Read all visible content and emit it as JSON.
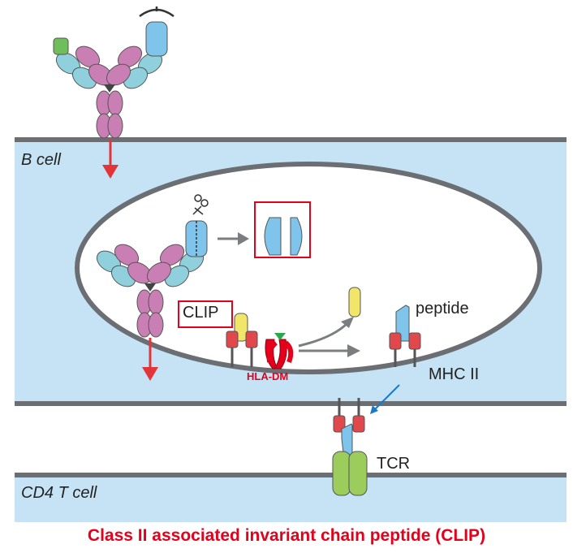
{
  "labels": {
    "b_cell": "B cell",
    "cd4_t_cell": "CD4 T cell",
    "clip": "CLIP",
    "peptide": "peptide",
    "hla_dm": "HLA-DM",
    "mhc_ii": "MHC II",
    "tcr": "TCR"
  },
  "caption": "Class II associated invariant chain peptide (CLIP)",
  "colors": {
    "membrane_fill": "#c5e3f5",
    "membrane_line": "#6b6e72",
    "highlight": "#e5001b",
    "antibody_heavy": "#c97fb4",
    "antibody_light": "#8fd0dc",
    "antigen": "#7fc4ea",
    "antigen_green": "#6fbe5c",
    "clip_yellow": "#f2e66a",
    "mhc_red": "#e0484b",
    "tcr_green": "#9ccc5c",
    "hla_dm_red": "#e5001b",
    "arrow_red": "#e2353a",
    "arrow_gray": "#7b7d80",
    "arrow_blue": "#1e78c8"
  }
}
